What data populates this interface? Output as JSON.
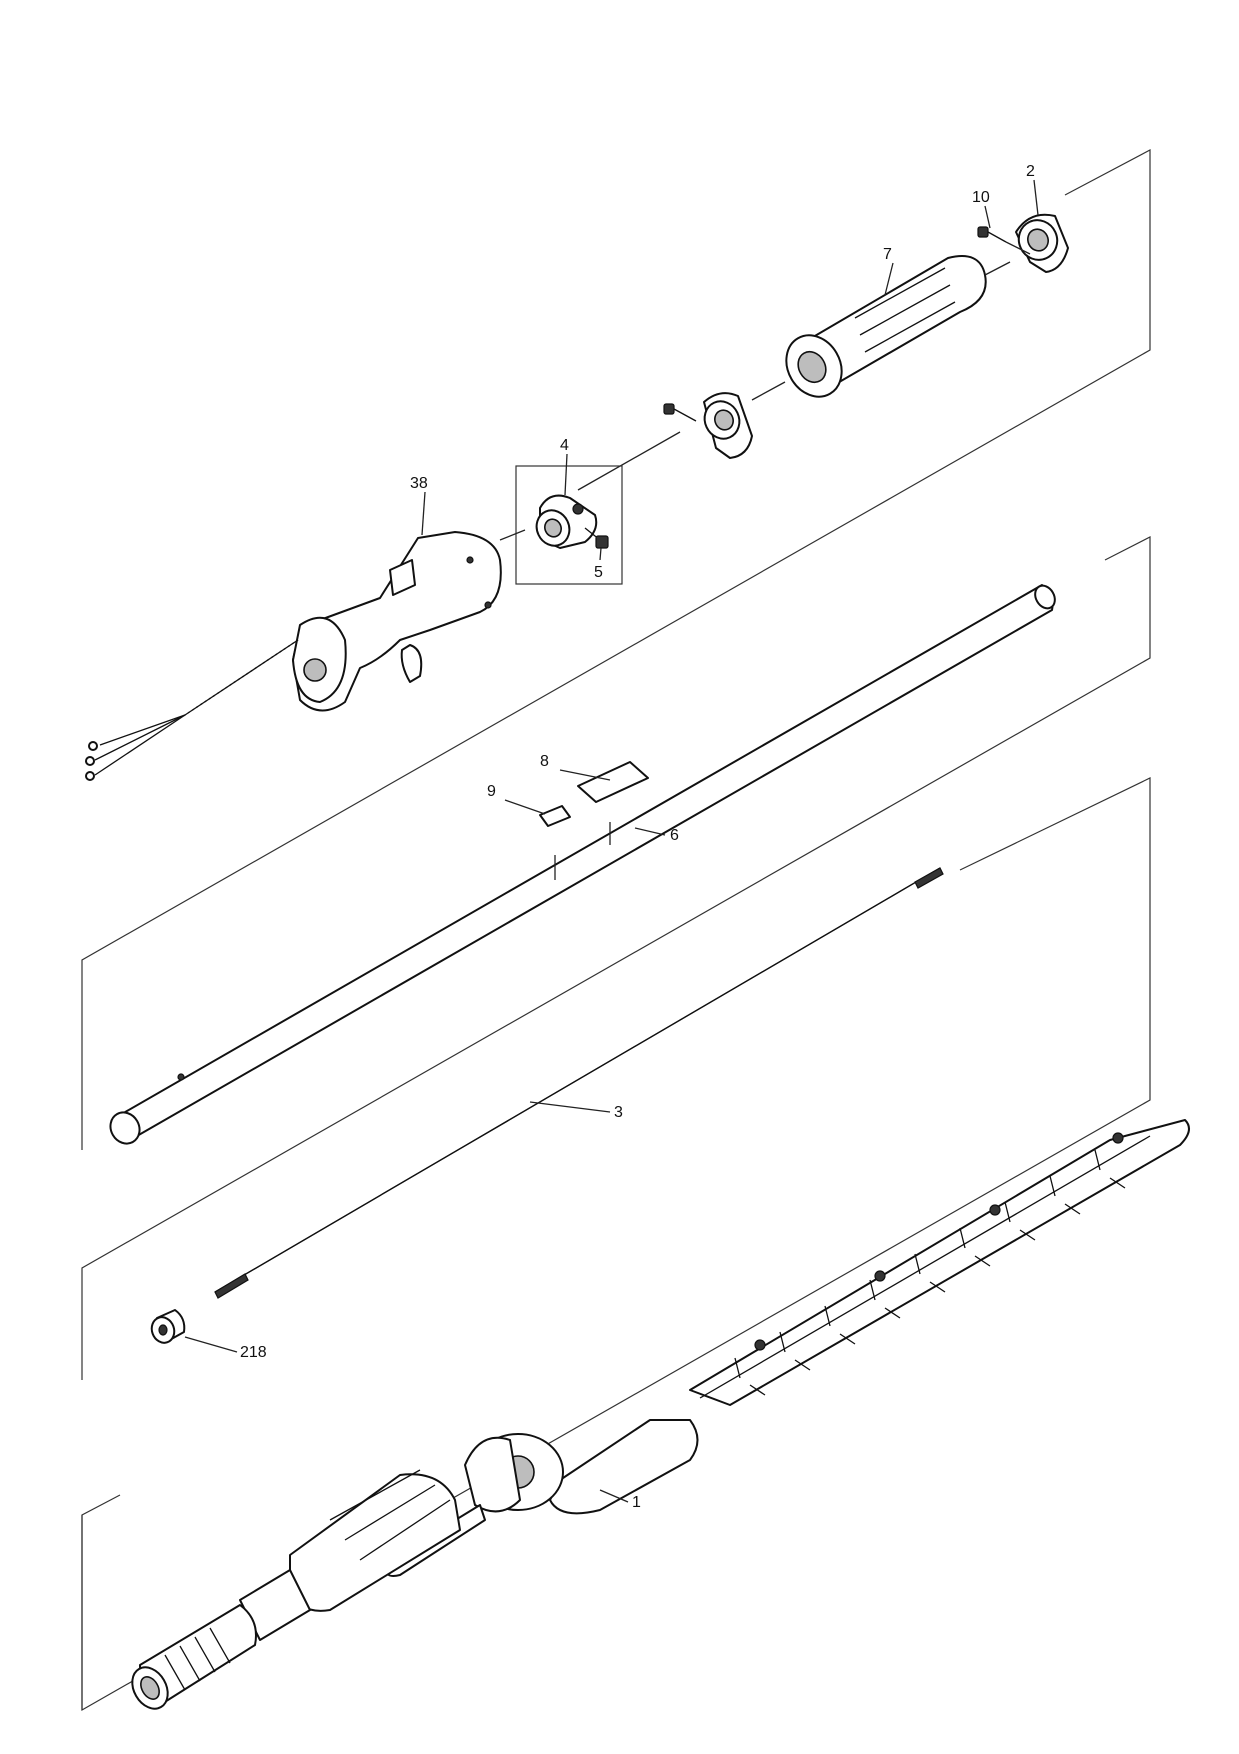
{
  "diagram": {
    "type": "exploded-parts-view",
    "callouts": [
      {
        "id": "c2",
        "label": "2"
      },
      {
        "id": "c10",
        "label": "10"
      },
      {
        "id": "c7",
        "label": "7"
      },
      {
        "id": "c4",
        "label": "4"
      },
      {
        "id": "c38",
        "label": "38"
      },
      {
        "id": "c5",
        "label": "5"
      },
      {
        "id": "c8",
        "label": "8"
      },
      {
        "id": "c9",
        "label": "9"
      },
      {
        "id": "c6",
        "label": "6"
      },
      {
        "id": "c3",
        "label": "3"
      },
      {
        "id": "c218",
        "label": "218"
      },
      {
        "id": "c1",
        "label": "1"
      }
    ],
    "parts": [
      {
        "callout": "1",
        "icon": "hedge-trimmer-attachment-icon"
      },
      {
        "callout": "2",
        "icon": "grip-end-cap-icon"
      },
      {
        "callout": "3",
        "icon": "drive-shaft-icon"
      },
      {
        "callout": "4",
        "icon": "clamp-holder-icon"
      },
      {
        "callout": "5",
        "icon": "screw-icon"
      },
      {
        "callout": "6",
        "icon": "shaft-tube-icon"
      },
      {
        "callout": "7",
        "icon": "foam-grip-icon"
      },
      {
        "callout": "8",
        "icon": "label-icon"
      },
      {
        "callout": "9",
        "icon": "label-icon"
      },
      {
        "callout": "10",
        "icon": "screw-icon"
      },
      {
        "callout": "38",
        "icon": "throttle-handle-icon"
      },
      {
        "callout": "218",
        "icon": "rubber-cushion-icon"
      }
    ]
  }
}
